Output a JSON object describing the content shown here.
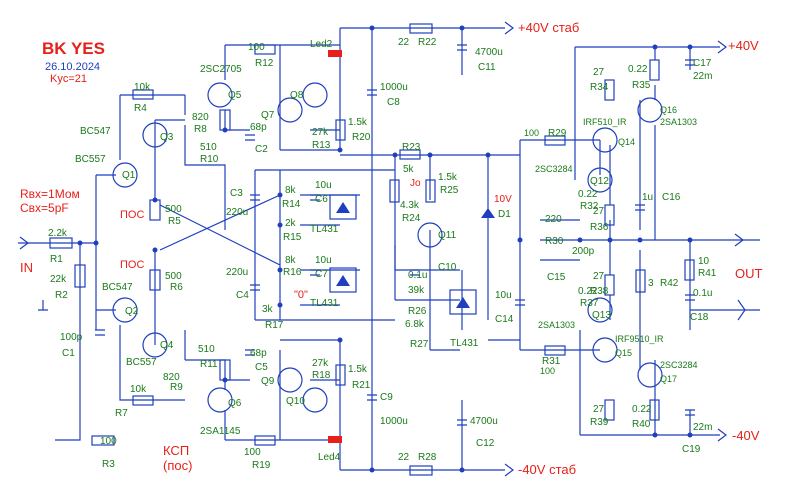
{
  "header": {
    "title": "BK YES",
    "date": "26.10.2024",
    "gain": "Kyc=21",
    "rin": "Rвх=1Мом",
    "cin": "Свх=5pF"
  },
  "labels": {
    "in": "IN",
    "out": "OUT",
    "ksp1": "КСП",
    "ksp2": "(пос)",
    "pos1": "ПОС",
    "pos2": "ПОС",
    "pos_v": "+40V",
    "neg_v": "-40V",
    "pos_stab": "+40V стаб",
    "neg_stab": "-40V стаб",
    "zero": "\"0\"",
    "jo": "Jo"
  },
  "components": {
    "R1": "R1",
    "R1v": "2.2k",
    "R2": "R2",
    "R2v": "22k",
    "R3": "R3",
    "R3v": "100",
    "R4": "R4",
    "R4v": "10k",
    "R5": "R5",
    "R5v": "500",
    "R6": "R6",
    "R6v": "500",
    "R7": "R7",
    "R7v": "10k",
    "R8": "R8",
    "R8v": "820",
    "R9": "R9",
    "R9v": "820",
    "R10": "R10",
    "R10v": "510",
    "R11": "R11",
    "R11v": "510",
    "R12": "R12",
    "R12v": "100",
    "R13": "R13",
    "R13v": "27k",
    "R14": "R14",
    "R14v": "8k",
    "R15": "R15",
    "R15v": "2k",
    "R16": "R16",
    "R16v": "8k",
    "R17": "R17",
    "R17v": "3k",
    "R18": "R18",
    "R18v": "27k",
    "R19": "R19",
    "R19v": "100",
    "R20": "R20",
    "R20v": "1.5k",
    "R21": "R21",
    "R21v": "1.5k",
    "R22": "R22",
    "R22v": "22",
    "R23": "R23",
    "R24": "R24",
    "R24v": "4.3k",
    "R24top": "5k",
    "R25": "R25",
    "R25v": "1.5k",
    "R26": "R26",
    "R26v": "39k",
    "R27": "R27",
    "R27v": "6.8k",
    "R28": "R28",
    "R28v": "22",
    "R29": "R29",
    "R29v": "100",
    "R30": "R30",
    "R30v": "220",
    "R31": "R31",
    "R31v": "100",
    "R32": "R32",
    "R32v": "0.22",
    "R34": "R34",
    "R34v": "27",
    "R35": "R35",
    "R35v": "0.22",
    "R36": "R36",
    "R36v": "27",
    "R37": "R37",
    "R37v": "0.22",
    "R38": "R38",
    "R38v": "27",
    "R39": "R39",
    "R39v": "27",
    "R40": "R40",
    "R40v": "0.22",
    "R41": "R41",
    "R41v": "10",
    "R42": "R42",
    "R42v": "3",
    "C1": "C1",
    "C1v": "100p",
    "C2": "C2",
    "C2v": "68p",
    "C3": "C3",
    "C3v": "220u",
    "C4": "C4",
    "C4v": "220u",
    "C5": "C5",
    "C5v": "68p",
    "C6": "C6",
    "C6v": "10u",
    "C7": "C7",
    "C7v": "10u",
    "C8": "C8",
    "C8v": "1000u",
    "C9": "C9",
    "C9v": "1000u",
    "C10": "C10",
    "C10v": "0.1u",
    "C11": "C11",
    "C11v": "4700u",
    "C12": "C12",
    "C12v": "4700u",
    "C14": "C14",
    "C14v": "10u",
    "C15": "C15",
    "C15v": "200p",
    "C16": "C16",
    "C16v": "1u",
    "C17": "C17",
    "C17v": "22m",
    "C18": "C18",
    "C18v": "0.1u",
    "C19": "C19",
    "C19v": "22m",
    "Q1": "Q1",
    "Q1t": "BC557",
    "Q2": "Q2",
    "Q2t": "BC547",
    "Q3": "Q3",
    "Q3t": "BC547",
    "Q4": "Q4",
    "Q4t": "BC557",
    "Q5": "Q5",
    "Q5t": "2SC2705",
    "Q6": "Q6",
    "Q6t": "2SA1145",
    "Q7": "Q7",
    "Q8": "Q8",
    "Q9": "Q9",
    "Q10": "Q10",
    "Q11": "Q11",
    "Q12": "Q12",
    "Q12t": "2SC3284",
    "Q13": "Q13",
    "Q13t": "2SA1303",
    "Q14": "Q14",
    "Q14t": "IRF510_IR",
    "Q15": "Q15",
    "Q15t": "IRF9510_IR",
    "Q16": "Q16",
    "Q16t": "2SA1303",
    "Q17": "Q17",
    "Q17t": "2SC3284",
    "D1": "D1",
    "D1v": "10V",
    "TL1": "TL431",
    "TL2": "TL431",
    "TL3": "TL431",
    "Led2": "Led2",
    "Led4": "Led4"
  },
  "colors": {
    "wire": "#1f3fbf",
    "label": "#1a7a1a",
    "title": "#e8201a",
    "background": "#ffffff"
  }
}
